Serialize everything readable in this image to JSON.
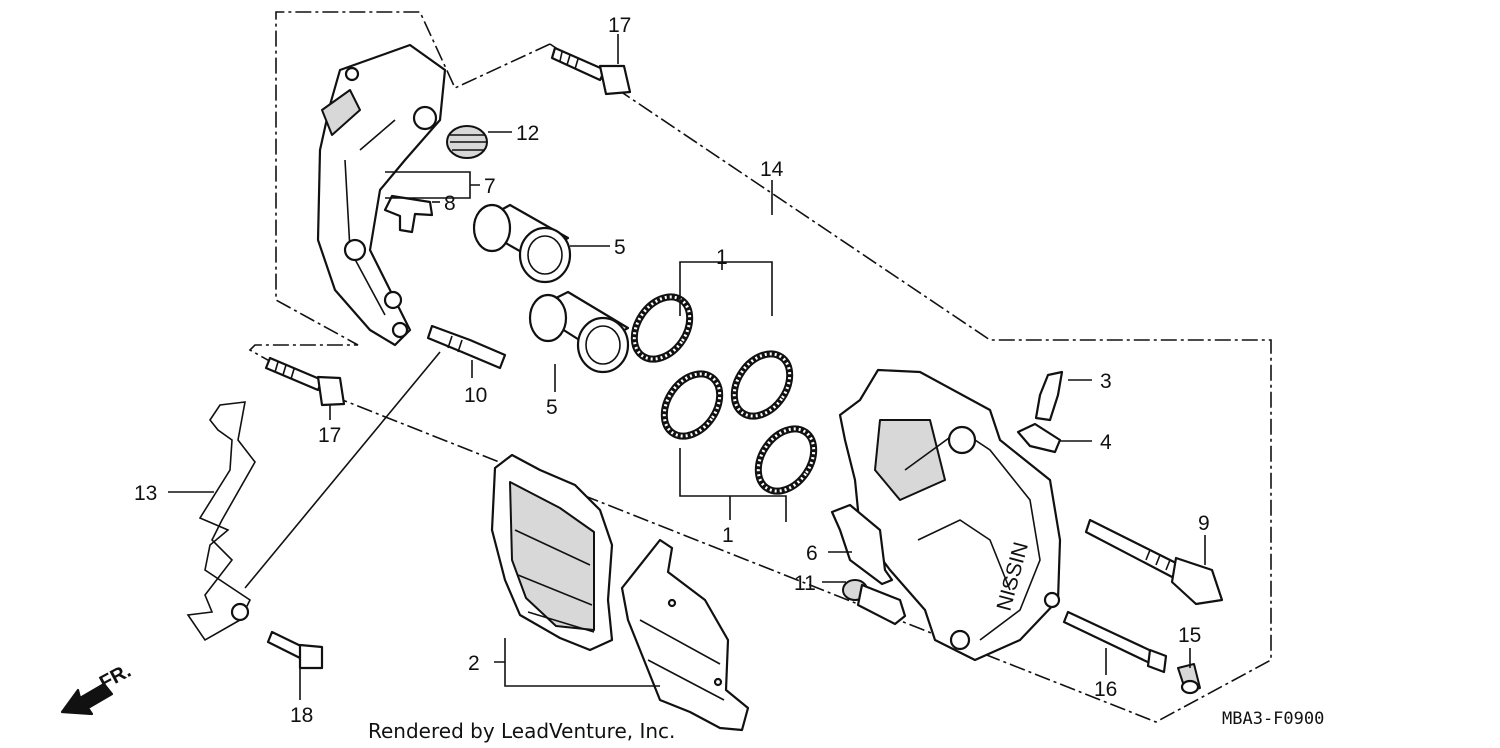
{
  "callouts": [
    {
      "id": "1a",
      "text": "1"
    },
    {
      "id": "1b",
      "text": "1"
    },
    {
      "id": "2",
      "text": "2"
    },
    {
      "id": "3",
      "text": "3"
    },
    {
      "id": "4",
      "text": "4"
    },
    {
      "id": "5a",
      "text": "5"
    },
    {
      "id": "5b",
      "text": "5"
    },
    {
      "id": "6",
      "text": "6"
    },
    {
      "id": "7",
      "text": "7"
    },
    {
      "id": "8",
      "text": "8"
    },
    {
      "id": "9",
      "text": "9"
    },
    {
      "id": "10",
      "text": "10"
    },
    {
      "id": "11",
      "text": "11"
    },
    {
      "id": "12",
      "text": "12"
    },
    {
      "id": "13",
      "text": "13"
    },
    {
      "id": "14",
      "text": "14"
    },
    {
      "id": "15",
      "text": "15"
    },
    {
      "id": "16",
      "text": "16"
    },
    {
      "id": "17a",
      "text": "17"
    },
    {
      "id": "17b",
      "text": "17"
    },
    {
      "id": "18",
      "text": "18"
    }
  ],
  "direction_label": "FR.",
  "credit": "Rendered by LeadVenture, Inc.",
  "diagram_code": "MBA3-F0900",
  "brand_mark": "NISSIN"
}
